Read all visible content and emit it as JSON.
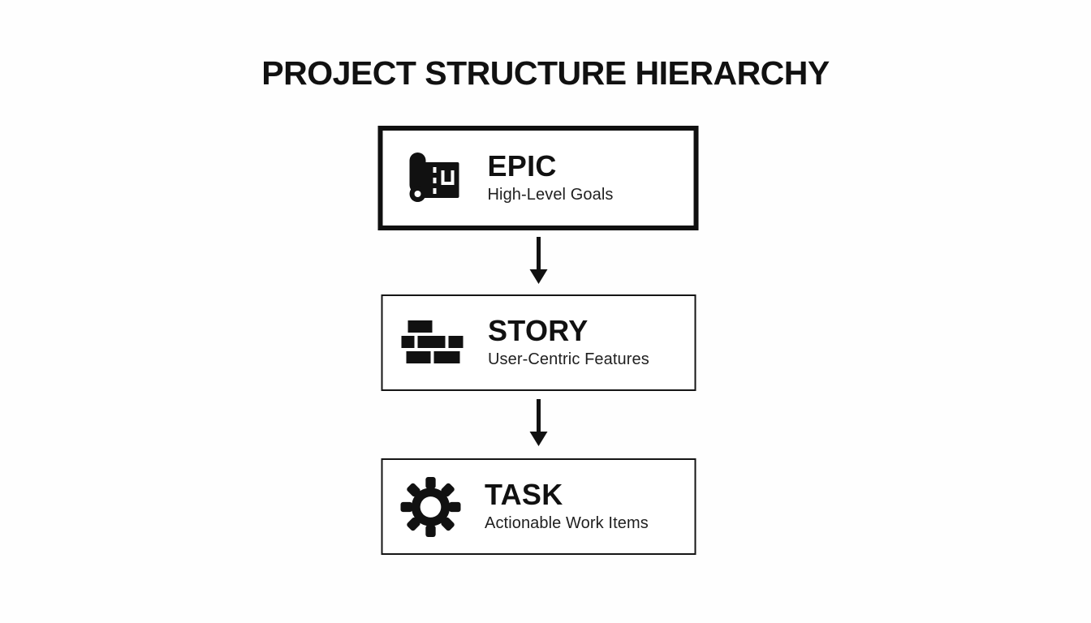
{
  "title": "PROJECT STRUCTURE HIERARCHY",
  "colors": {
    "background": "#fefefe",
    "ink": "#111111",
    "box_fill": "#ffffff",
    "subtitle_text": "#1f1f1f"
  },
  "hierarchy": [
    {
      "label": "EPIC",
      "description": "High-Level Goals",
      "icon": "blueprint-map-icon",
      "emphasized": true
    },
    {
      "label": "STORY",
      "description": "User-Centric Features",
      "icon": "bricks-icon",
      "emphasized": false
    },
    {
      "label": "TASK",
      "description": "Actionable Work Items",
      "icon": "gear-icon",
      "emphasized": false
    }
  ],
  "connectors": [
    {
      "type": "arrow-down",
      "from": "EPIC",
      "to": "STORY"
    },
    {
      "type": "arrow-down",
      "from": "STORY",
      "to": "TASK"
    }
  ]
}
